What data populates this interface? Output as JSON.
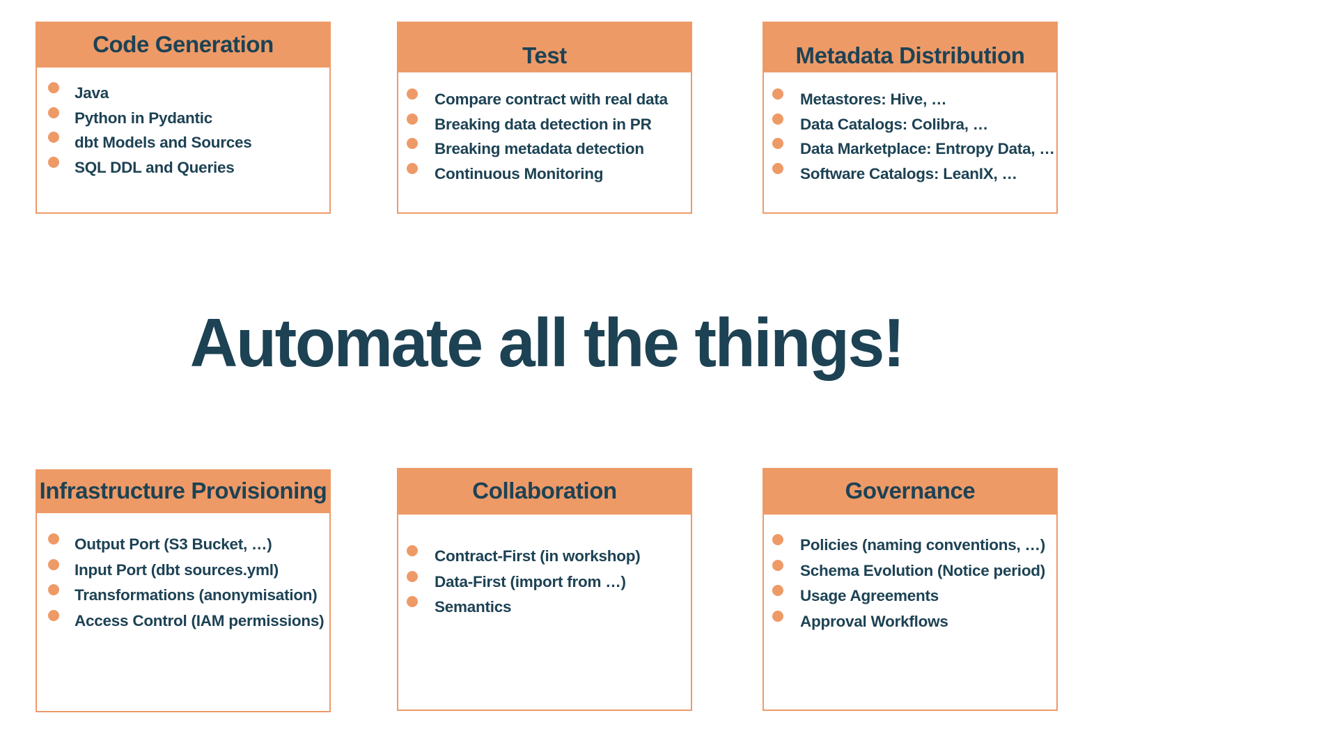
{
  "headline": "Automate all the things!",
  "colors": {
    "accent_orange": "#ee9a67",
    "text_dark_teal": "#1d4254",
    "card_background": "#ffffff",
    "page_background": "#ffffff"
  },
  "cards": [
    {
      "title": "Code Generation",
      "items": [
        "Java",
        "Python in Pydantic",
        "dbt Models and Sources",
        "SQL DDL and Queries"
      ]
    },
    {
      "title": "Test",
      "items": [
        "Compare contract with real data",
        "Breaking data detection in PR",
        "Breaking metadata detection",
        "Continuous Monitoring"
      ]
    },
    {
      "title": "Metadata Distribution",
      "items": [
        "Metastores: Hive, …",
        "Data Catalogs: Colibra, …",
        "Data Marketplace: Entropy Data, …",
        "Software Catalogs: LeanIX, …"
      ]
    },
    {
      "title": "Infrastructure Provisioning",
      "items": [
        "Output Port (S3 Bucket, …)",
        "Input Port (dbt sources.yml)",
        "Transformations (anonymisation)",
        "Access Control (IAM permissions)"
      ]
    },
    {
      "title": "Collaboration",
      "items": [
        "Contract-First (in workshop)",
        "Data-First (import from …)",
        "Semantics"
      ]
    },
    {
      "title": "Governance",
      "items": [
        "Policies (naming conventions, …)",
        "Schema Evolution (Notice period)",
        "Usage Agreements",
        "Approval Workflows"
      ]
    }
  ]
}
